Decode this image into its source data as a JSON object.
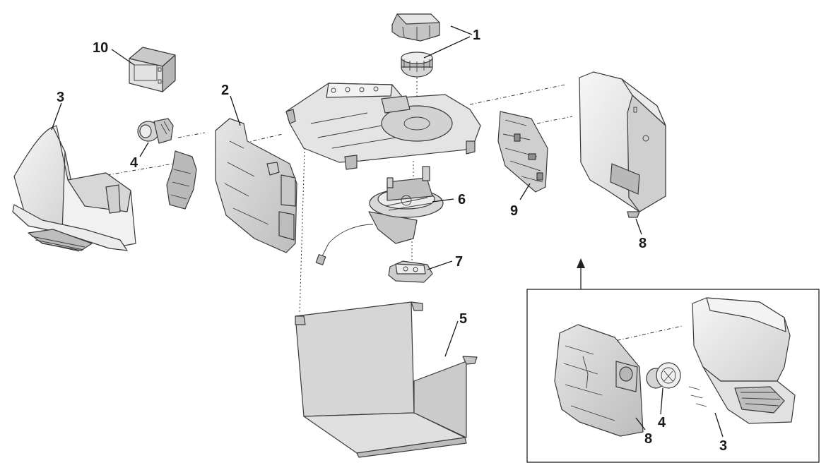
{
  "callouts": {
    "c1": "1",
    "c2": "2",
    "c3": "3",
    "c4": "4",
    "c5": "5",
    "c6": "6",
    "c7": "7",
    "c8": "8",
    "c9": "9",
    "c10": "10",
    "inset_c3": "3",
    "inset_c4": "4",
    "inset_c8": "8"
  },
  "colors": {
    "part_fill": "#dcdcdc",
    "part_light": "#f4f4f4",
    "part_dark": "#a9a9a9",
    "outline": "#3a3a3a"
  }
}
